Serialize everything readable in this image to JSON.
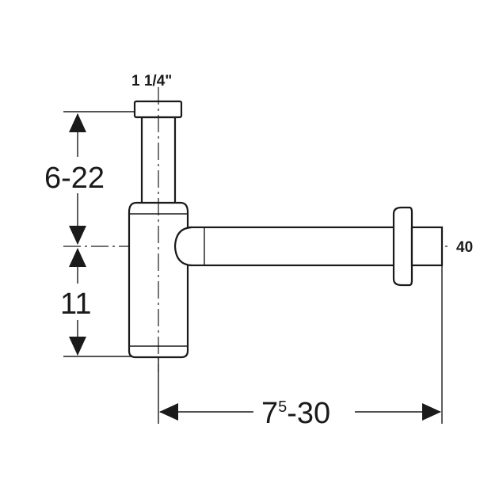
{
  "labels": {
    "top_thread": "1 1/4\"",
    "outlet_diameter": "40",
    "upper_height": "6-22",
    "lower_height": "11",
    "width_main": "7",
    "width_sup": "5",
    "width_rest": "-30"
  }
}
